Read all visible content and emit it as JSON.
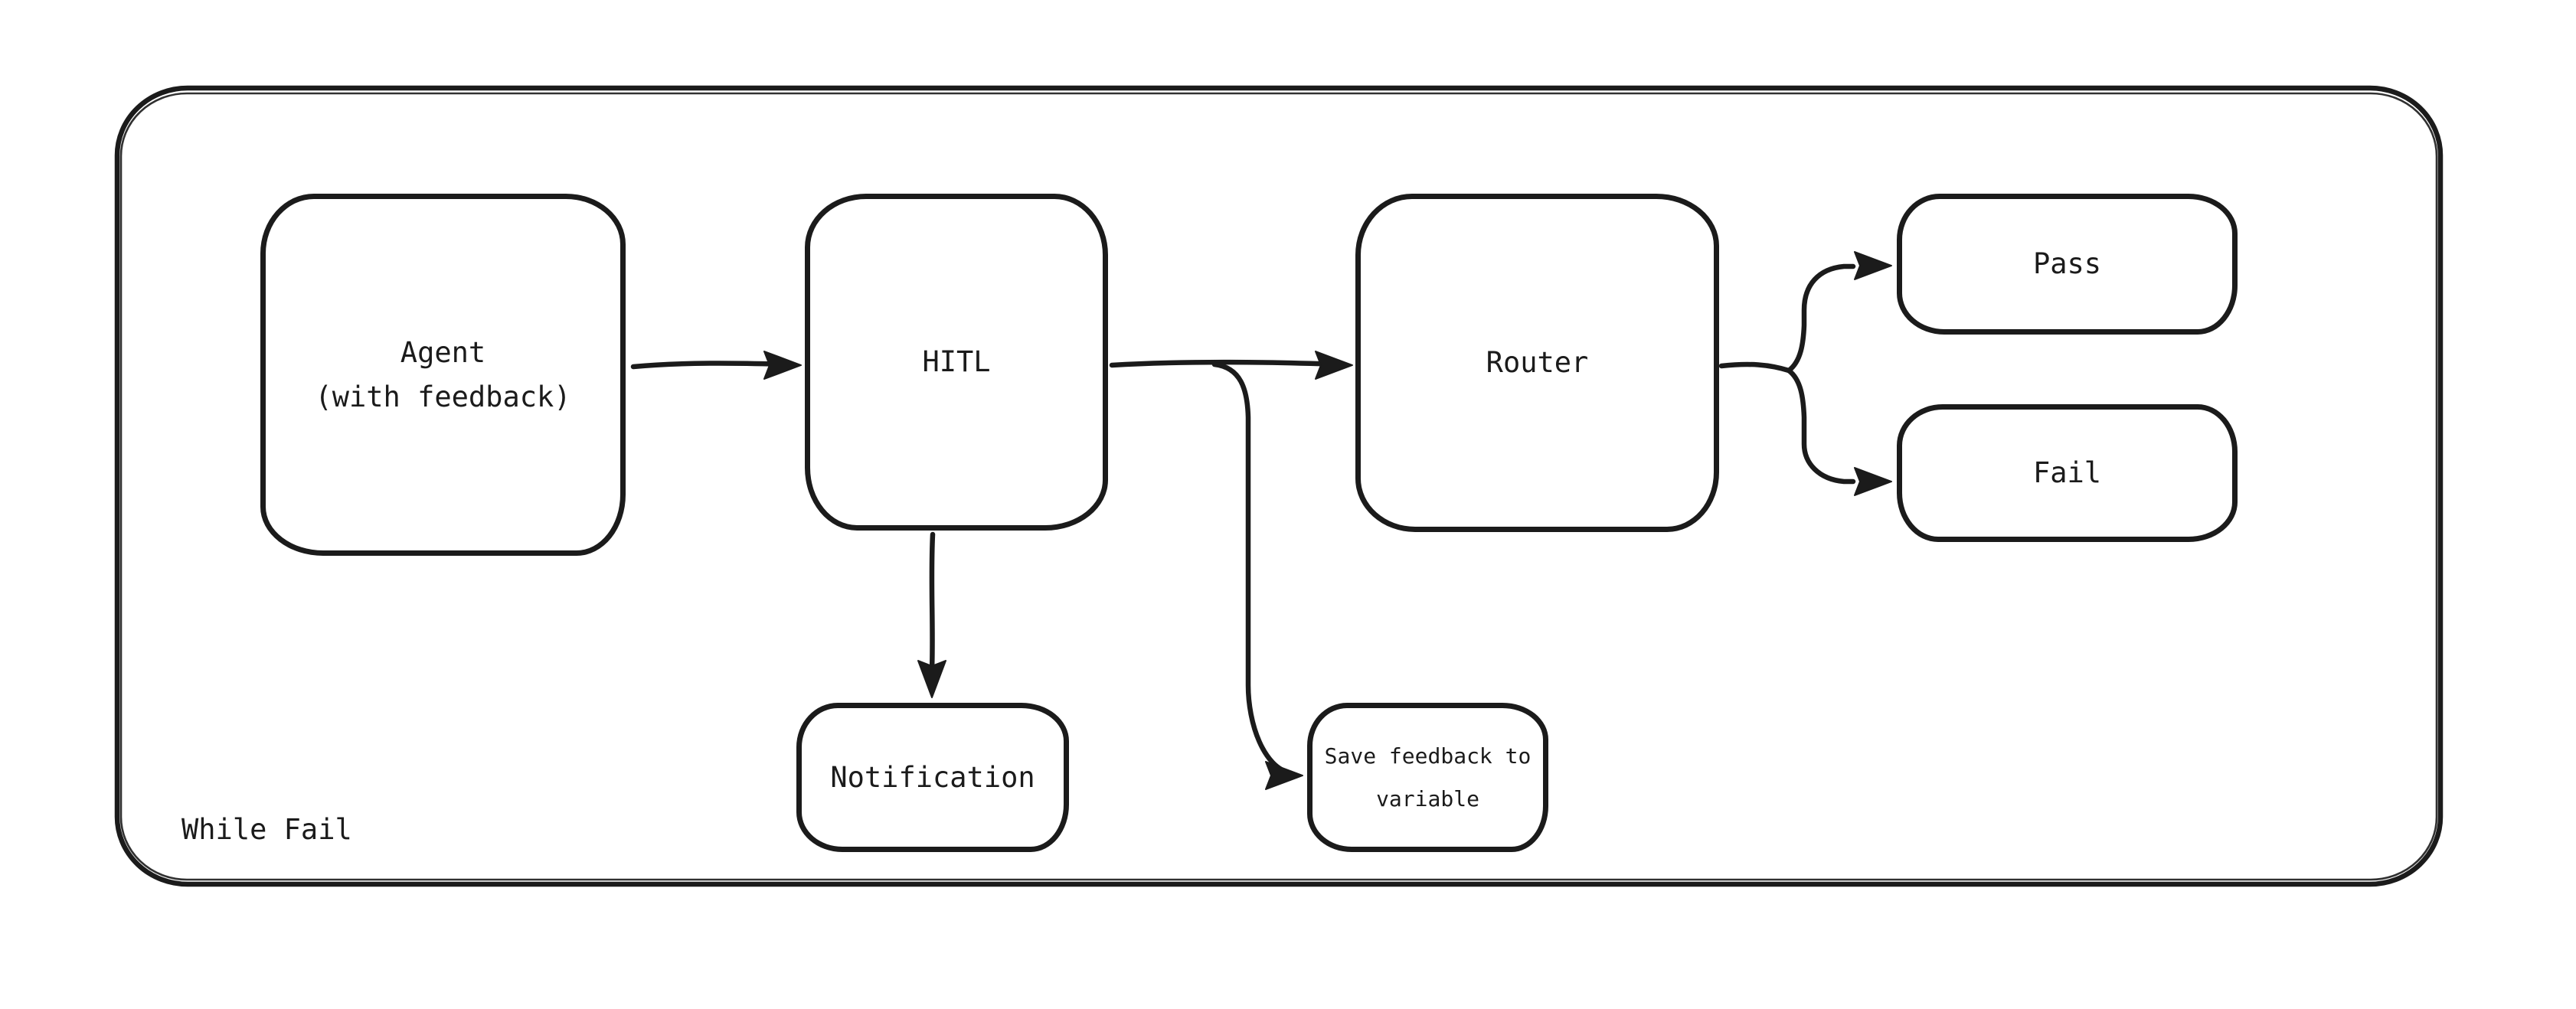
{
  "canvas": {
    "background": "#ffffff",
    "ink": "#1b1b1b",
    "style": "hand-drawn flowchart"
  },
  "container": {
    "label": "While Fail"
  },
  "nodes": {
    "agent": {
      "label": "Agent\n(with feedback)"
    },
    "hitl": {
      "label": "HITL"
    },
    "router": {
      "label": "Router"
    },
    "pass": {
      "label": "Pass"
    },
    "fail": {
      "label": "Fail"
    },
    "notification": {
      "label": "Notification"
    },
    "save_feedback": {
      "label": "Save feedback to\nvariable"
    }
  },
  "edges": [
    {
      "from": "agent",
      "to": "hitl"
    },
    {
      "from": "hitl",
      "to": "router"
    },
    {
      "from": "hitl",
      "to": "notification"
    },
    {
      "from": "hitl",
      "to": "save_feedback"
    },
    {
      "from": "router",
      "to": "pass"
    },
    {
      "from": "router",
      "to": "fail"
    }
  ]
}
